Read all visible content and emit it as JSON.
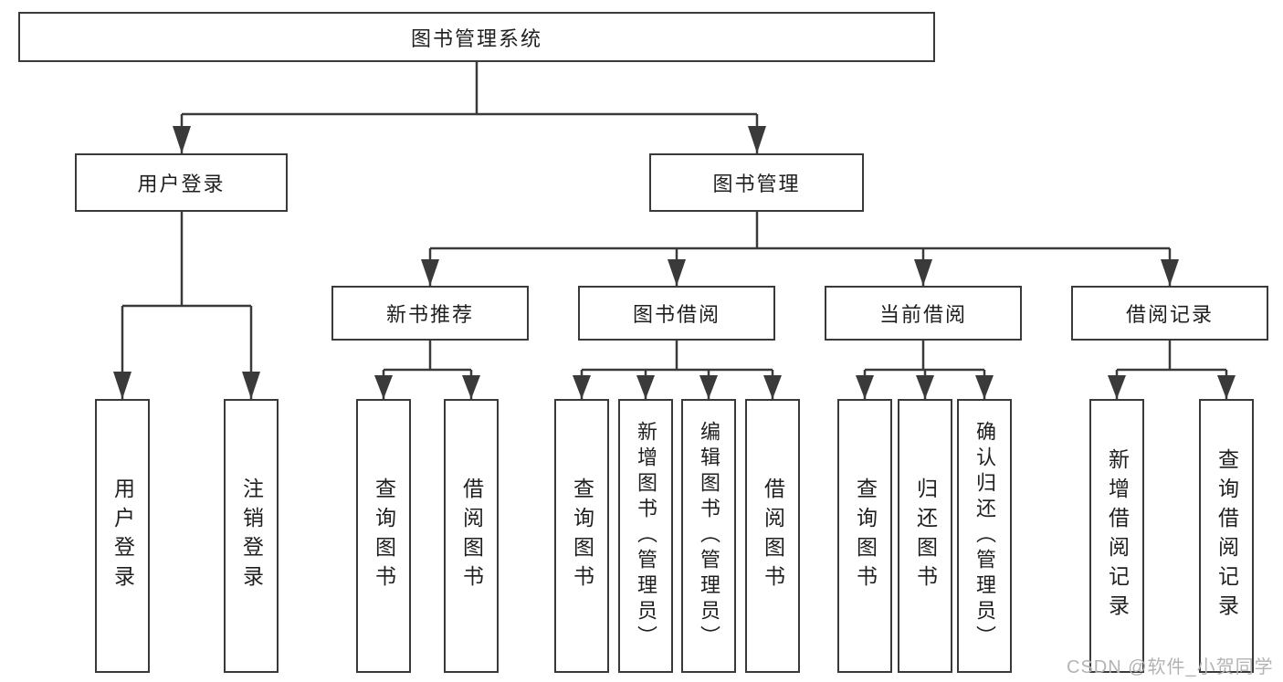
{
  "title": "图书管理系统",
  "user_login": {
    "label": "用户登录",
    "children": [
      "用户登录",
      "注销登录"
    ]
  },
  "book_mgmt": {
    "label": "图书管理",
    "groups": [
      {
        "label": "新书推荐",
        "children": [
          "查询图书",
          "借阅图书"
        ]
      },
      {
        "label": "图书借阅",
        "children": [
          "查询图书",
          "新增图书（管理员）",
          "编辑图书（管理员）",
          "借阅图书"
        ]
      },
      {
        "label": "当前借阅",
        "children": [
          "查询图书",
          "归还图书",
          "确认归还（管理员）"
        ]
      },
      {
        "label": "借阅记录",
        "children": [
          "新增借阅记录",
          "查询借阅记录"
        ]
      }
    ]
  },
  "watermark": "CSDN @软件_小贺同学",
  "colors": {
    "line": "#3a3a3a",
    "text": "#1f1f1f",
    "watermark": "#b3b3b3",
    "background": "#ffffff"
  }
}
